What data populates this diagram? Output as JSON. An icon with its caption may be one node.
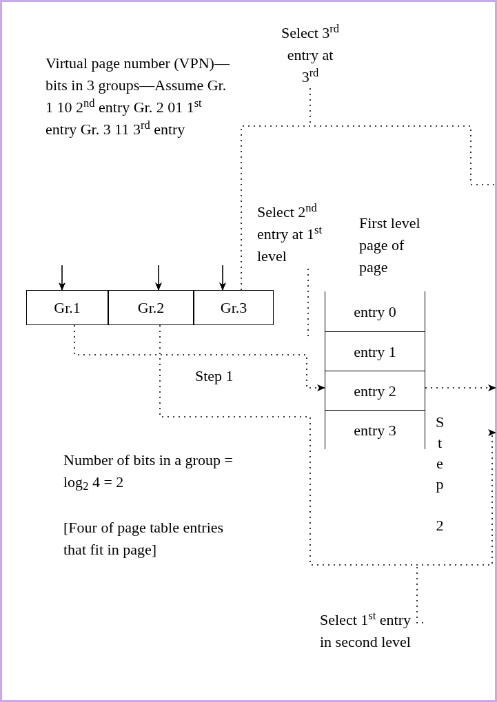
{
  "diagram": {
    "nodes": [
      {
        "text": [
          "Virtual page number (VPN)—bits in 3 groups—Assume Gr. 1 10 2$^{nd}$ entry Gr. 2 01 1$^{st}$ entry Gr. 3 11 3$^{rd}$ entry"
        ]
      },
      {
        "text": [
          "Gr.1"
        ]
      },
      {
        "text": [
          "Gr.2"
        ]
      },
      {
        "text": [
          "Gr.3"
        ]
      },
      {
        "text": [
          "Select 3$^{rd}$ entry at 3$^{rd}$"
        ]
      },
      {
        "text": [
          "Select 2$^{nd}$ entry at 1$^{st}$ level"
        ]
      },
      {
        "text": [
          "First level page of page"
        ]
      },
      {
        "text": [
          "entry 0"
        ],
        "in": 6
      },
      {
        "text": [
          "entry 1"
        ],
        "in": 6
      },
      {
        "text": [
          "entry 2"
        ],
        "in": 6
      },
      {
        "text": [
          "entry 3"
        ],
        "in": 6
      },
      {
        "text": [
          "Select 1$^{st}$ entry in second level"
        ]
      }
    ],
    "edges": [
      {
        "from": 1,
        "to": 9,
        "arrow": "to",
        "style": "dashed"
      },
      {
        "from": 2,
        "to": null,
        "arrow": "to",
        "style": "dashed"
      },
      {
        "from": 3,
        "to": null,
        "arrow": "none",
        "style": "dashed"
      },
      {
        "from": 9,
        "to": null,
        "arrow": "to",
        "style": "dashed"
      },
      {
        "from": null,
        "to": 1,
        "arrow": "to"
      },
      {
        "from": null,
        "to": 2,
        "arrow": "to"
      },
      {
        "from": null,
        "to": 3,
        "arrow": "to"
      },
      {
        "from": 4,
        "to": null,
        "arrow": "none",
        "style": "dashed"
      },
      {
        "from": 5,
        "to": null,
        "arrow": "none",
        "style": "dashed"
      },
      {
        "from": 11,
        "to": null,
        "arrow": "none",
        "style": "dashed"
      }
    ],
    "labels": [
      "Step 1",
      "Step 2",
      "Number of bits in a group = log$_{2}$ 4 = 2",
      "[Four of page table entries that fit in page]"
    ]
  }
}
